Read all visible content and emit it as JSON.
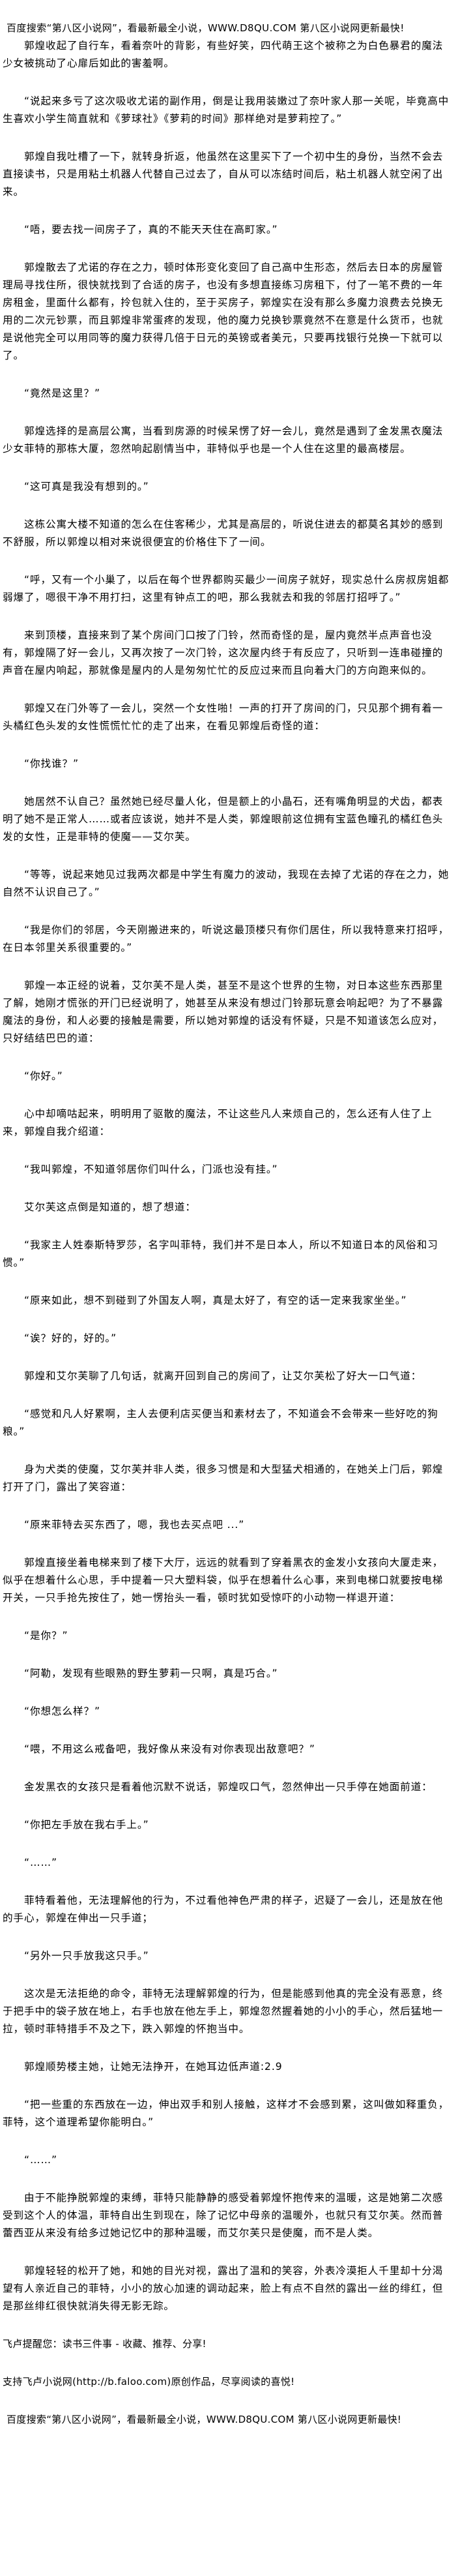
{
  "header": {
    "banner": "百度搜索“第八区小说网”，看最新最全小说，WWW.D8QU.COM  第八区小说网更新最快!"
  },
  "content": {
    "paragraphs": [
      "郭煌收起了自行车，看着奈叶的背影，有些好笑，四代萌王这个被称之为白色暴君的魔法少女被挑动了心扉后如此的害羞啊。",
      "“说起来多亏了这次吸收尤诺的副作用，倒是让我用装嫩过了奈叶家人那一关呢，毕竟高中生喜欢小学生简直就和《萝球社》《萝莉的时间》那样绝对是萝莉控了。”",
      "郭煌自我吐槽了一下，就转身折返，他虽然在这里买下了一个初中生的身份，当然不会去直接读书，只是用粘土机器人代替自己过去了，自从可以冻结时间后，粘土机器人就空闲了出来。",
      "“唔，要去找一间房子了，真的不能天天住在高町家。”",
      "郭煌散去了尤诺的存在之力，顿时体形变化变回了自己高中生形态，然后去日本的房屋管理局寻找住所，很快就找到了合适的房子，也没有多想直接练习房租下，付了一笔不费的一年房租金，里面什么都有，拎包就入住的，至于买房子，郭煌实在没有那么多魔力浪费去兑换无用的二次元钞票，而且郭煌非常蛋疼的发现，他的魔力兑换钞票竟然不在意是什么货币，也就是说他完全可以用同等的魔力获得几倍于日元的英镑或者美元，只要再找银行兑换一下就可以了。",
      "“竟然是这里？”",
      "郭煌选择的是高层公寓，当看到房源的时候呆愣了好一会儿，竟然是遇到了金发黑衣魔法少女菲特的那栋大厦，忽然响起剧情当中，菲特似乎也是一个人住在这里的最高楼层。",
      "“这可真是我没有想到的。”",
      "这栋公寓大楼不知道的怎么在住客稀少，尤其是高层的，听说住进去的都莫名其妙的感到不舒服，所以郭煌以相对来说很便宜的价格住下了一间。",
      "“呼，又有一个小巢了，以后在每个世界都购买最少一间房子就好，现实总什么房叔房姐都弱爆了，嗯很干净不用打扫，这里有钟点工的吧，那么我就去和我的邻居打招呼了。”",
      "来到顶楼，直接来到了某个房间门口按了门铃，然而奇怪的是，屋内竟然半点声音也没有，郭煌隔了好一会儿，又再次按了一次门铃，这次屋内终于有反应了，只听到一连串碰撞的声音在屋内响起，那就像是屋内的人是匆匆忙忙的反应过来而且向着大门的方向跑来似的。",
      "郭煌又在门外等了一会儿，突然一个女性啪！一声的打开了房间的门，只见那个拥有着一头橘红色头发的女性慌慌忙忙的走了出来，在看见郭煌后奇怪的道：",
      "“你找谁？”",
      "她居然不认自己？虽然她已经尽量人化，但是额上的小晶石，还有嘴角明显的犬齿，都表明了她不是正常人……或者应该说，她并不是人类，郭煌眼前这位拥有宝蓝色瞳孔的橘红色头发的女性，正是菲特的使魔——艾尔芙。",
      "“等等，说起来她见过我两次都是中学生有魔力的波动，我现在去掉了尤诺的存在之力，她自然不认识自己了。”",
      "“我是你们的邻居，今天刚搬进来的，听说这最顶楼只有你们居住，所以我特意来打招呼，在日本邻里关系很重要的。”",
      "郭煌一本正经的说着，艾尔芙不是人类，甚至不是这个世界的生物，对日本这些东西那里了解，她刚才慌张的开门已经说明了，她甚至从来没有想过门铃那玩意会响起吧？为了不暴露魔法的身份，和人必要的接触是需要，所以她对郭煌的话没有怀疑，只是不知道该怎么应对，只好结结巴巴的道：",
      "“你好。”",
      "心中却嘀咕起来，明明用了驱散的魔法，不让这些凡人来烦自己的，怎么还有人住了上来，郭煌自我介绍道：",
      "“我叫郭煌，不知道邻居你们叫什么，门派也没有挂。”",
      "艾尔芙这点倒是知道的，想了想道：",
      "“我家主人姓泰斯特罗莎，名字叫菲特，我们并不是日本人，所以不知道日本的风俗和习惯。”",
      "“原来如此，想不到碰到了外国友人啊，真是太好了，有空的话一定来我家坐坐。”",
      "“诶？好的，好的。”",
      "郭煌和艾尔芙聊了几句话，就离开回到自己的房间了，让艾尔芙松了好大一口气道：",
      "“感觉和凡人好累啊，主人去便利店买便当和素材去了，不知道会不会带来一些好吃的狗粮。”",
      "身为犬类的使魔，艾尔芙并非人类，很多习惯是和大型猛犬相通的，在她关上门后，郭煌打开了门，露出了笑容道：",
      "“原来菲特去买东西了，嗯，我也去买点吧 ...”",
      "郭煌直接坐着电梯来到了楼下大厅，远远的就看到了穿着黑衣的金发小女孩向大厦走来，似乎在想着什么心思，手中提着一只大塑料袋，似乎在想着什么心事，来到电梯口就要按电梯开关，一只手抢先按住了，她一愣抬头一看，顿时犹如受惊吓的小动物一样退开道：",
      "“是你？”",
      "“阿勒，发现有些眼熟的野生萝莉一只啊，真是巧合。”",
      "“你想怎么样？”",
      "“喂，不用这么戒备吧，我好像从来没有对你表现出敌意吧？”",
      "金发黑衣的女孩只是看着他沉默不说话，郭煌叹口气，忽然伸出一只手停在她面前道：",
      "“你把左手放在我右手上。”",
      "“……”",
      "菲特看着他，无法理解他的行为，不过看他神色严肃的样子，迟疑了一会儿，还是放在他的手心，郭煌在伸出一只手道；",
      "“另外一只手放我这只手。”",
      "这次是无法拒绝的命令，菲特无法理解郭煌的行为，但是能感到他真的完全没有恶意，终于把手中的袋子放在地上，右手也放在他左手上，郭煌忽然握着她的小小的手心，然后猛地一拉，顿时菲特措手不及之下，跌入郭煌的怀抱当中。",
      "郭煌顺势楼主她，让她无法挣开，在她耳边低声道:2.9",
      "“把一些重的东西放在一边，伸出双手和别人接触，这样才不会感到累，这叫做如释重负，菲特，这个道理希望你能明白。”",
      "“……”",
      "由于不能挣脱郭煌的束缚，菲特只能静静的感受着郭煌怀抱传来的温暖，这是她第二次感受到这个人的体温，菲特自出生到现在，除了记忆中母亲的温暖外，也就只有艾尔芙。然而普蕾西亚从来没有给多过她记忆中的那种温暖，而艾尔芙只是使魔，而不是人类。",
      "郭煌轻轻的松开了她，和她的目光对视，露出了温和的笑容，外表冷漠拒人千里却十分渴望有人亲近自己的菲特，小小的放心加速的调动起来，脸上有点不自然的露出一丝的绯红，但是那丝绯红很快就消失得无影无踪。"
    ]
  },
  "footer": {
    "reminder": "飞卢提醒您：读书三件事 - 收藏、推荐、分享!",
    "support": "支持飞卢小说网(http://b.faloo.com)原创作品，尽享阅读的喜悦!",
    "banner": "百度搜索“第八区小说网”，看最新最全小说，WWW.D8QU.COM  第八区小说网更新最快!"
  }
}
